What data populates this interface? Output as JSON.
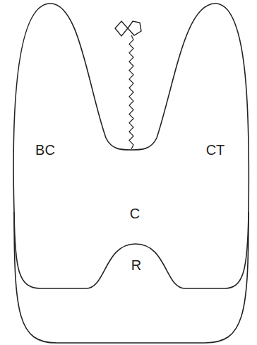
{
  "diagram": {
    "labels": [
      "BC",
      "CT",
      "C",
      "R"
    ]
  }
}
